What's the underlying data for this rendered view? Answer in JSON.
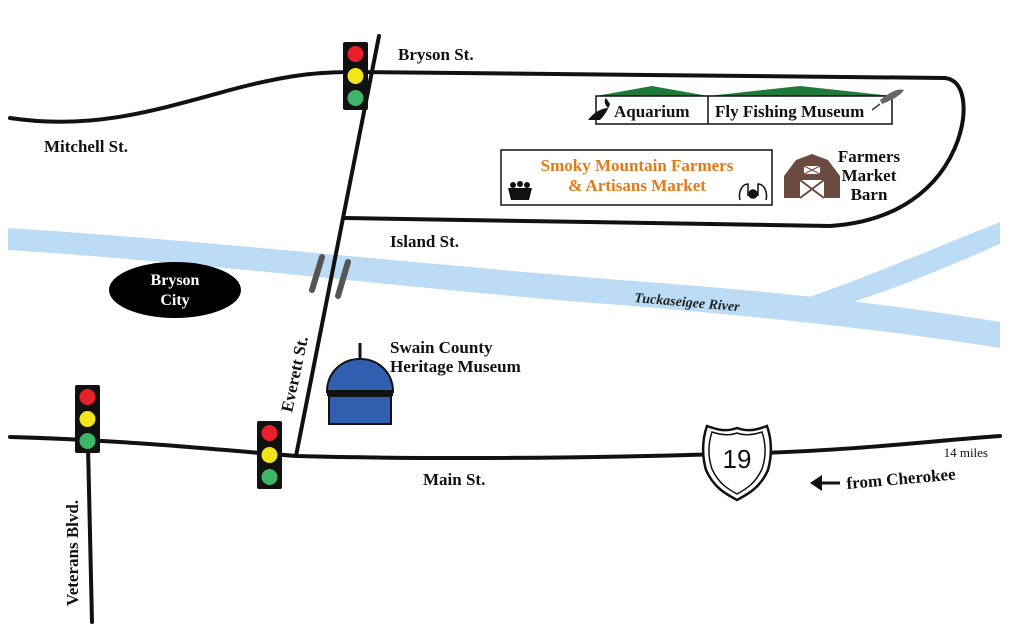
{
  "streets": {
    "bryson": "Bryson St.",
    "mitchell": "Mitchell St.",
    "island": "Island St.",
    "everett": "Everett St.",
    "main": "Main St.",
    "veterans": "Veterans Blvd."
  },
  "river": {
    "name": "Tuckaseigee River"
  },
  "town": {
    "line1": "Bryson",
    "line2": "City"
  },
  "places": {
    "aquarium": "Aquarium",
    "fly_fishing": "Fly Fishing Museum",
    "market_line1": "Smoky Mountain Farmers",
    "market_line2": "& Artisans Market",
    "barn_line1": "Farmers",
    "barn_line2": "Market",
    "barn_line3": "Barn",
    "heritage_line1": "Swain County",
    "heritage_line2": "Heritage Museum"
  },
  "route": {
    "number": "19"
  },
  "direction": {
    "distance": "14 miles",
    "text": "from Cherokee"
  },
  "colors": {
    "river": "#bcdcf5",
    "road": "#111111",
    "market_text": "#e07b1a",
    "roof": "#1e7a3a",
    "barn": "#6b4a40",
    "museum_dome": "#2f5fae",
    "signal_red": "#e8202a",
    "signal_yellow": "#f4e41a",
    "signal_green": "#3fb56a"
  },
  "icons": [
    "traffic-light-icon",
    "fish-icon",
    "fly-lure-icon",
    "basket-icon",
    "hands-icon",
    "barn-icon",
    "museum-dome-icon",
    "route-shield-icon",
    "arrow-left-icon"
  ]
}
